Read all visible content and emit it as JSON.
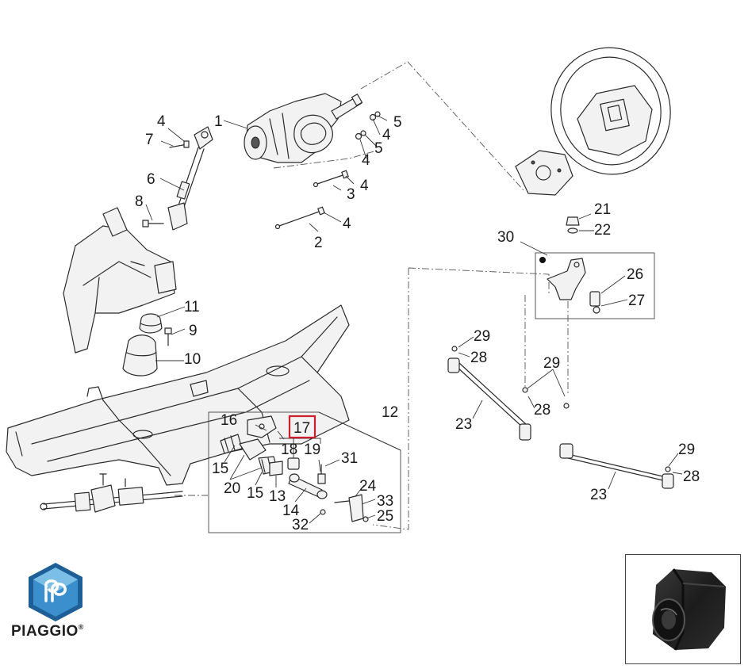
{
  "callouts": {
    "c1": "1",
    "c2": "2",
    "c3": "3",
    "c4a": "4",
    "c4b": "4",
    "c4c": "4",
    "c4d": "4",
    "c4e": "4",
    "c5a": "5",
    "c5b": "5",
    "c6": "6",
    "c7": "7",
    "c8": "8",
    "c9": "9",
    "c10": "10",
    "c11": "11",
    "c12": "12",
    "c13": "13",
    "c14": "14",
    "c15a": "15",
    "c15b": "15",
    "c16": "16",
    "c17": "17",
    "c18": "18",
    "c19": "19",
    "c20": "20",
    "c21": "21",
    "c22": "22",
    "c23a": "23",
    "c23b": "23",
    "c24": "24",
    "c25": "25",
    "c26": "26",
    "c27": "27",
    "c28a": "28",
    "c28b": "28",
    "c28c": "28",
    "c29a": "29",
    "c29b": "29",
    "c29c": "29",
    "c30": "30",
    "c31": "31",
    "c32": "32",
    "c33": "33"
  },
  "highlight": {
    "part": "17",
    "color": "#cc1f2b"
  },
  "brand": {
    "name": "PIAGGIO",
    "reg": "®",
    "color_blue": "#2a78b8",
    "color_light": "#6ab0de"
  },
  "photo": {
    "label": "bushing-photo"
  }
}
